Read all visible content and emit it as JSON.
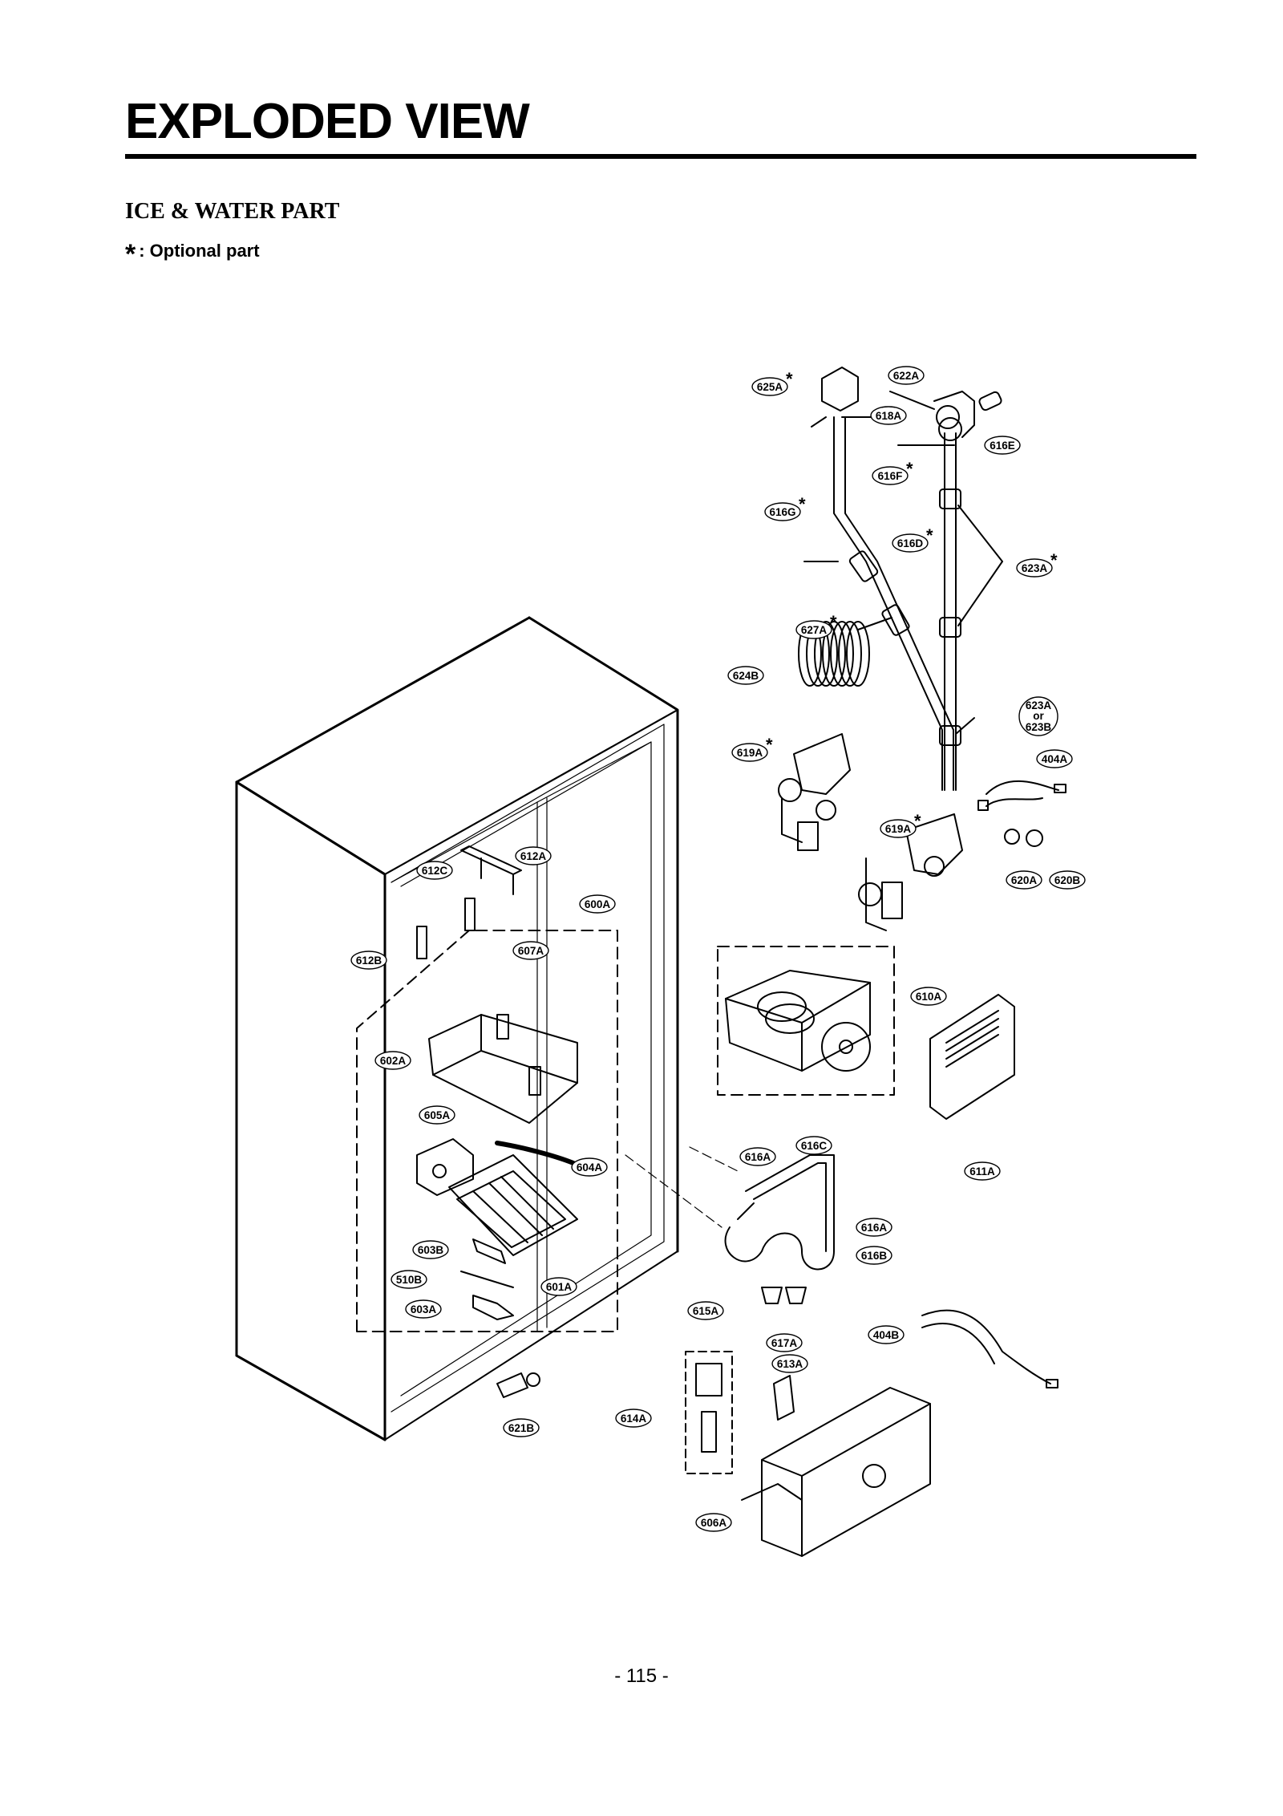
{
  "header": {
    "title": "EXPLODED VIEW",
    "section": "ICE & WATER PART",
    "optional_star": "*",
    "optional_text": ": Optional part"
  },
  "page_number": "- 115 -",
  "colors": {
    "ink": "#000000",
    "paper": "#ffffff"
  },
  "labels": {
    "l625A": "625A",
    "l622A": "622A",
    "l618A": "618A",
    "l616E": "616E",
    "l616F": "616F",
    "l616G": "616G",
    "l616D": "616D",
    "l623A_1": "623A",
    "l627A": "627A",
    "l624B": "624B",
    "l623Aor": "623A",
    "or": "or",
    "l623B": "623B",
    "l619A_1": "619A",
    "l404A": "404A",
    "l619A_2": "619A",
    "l620A": "620A",
    "l620B": "620B",
    "l612A": "612A",
    "l612C": "612C",
    "l600A": "600A",
    "l612B": "612B",
    "l607A": "607A",
    "l610A": "610A",
    "l602A": "602A",
    "l605A": "605A",
    "l604A": "604A",
    "l616A_1": "616A",
    "l616C": "616C",
    "l611A": "611A",
    "l616A_2": "616A",
    "l603B": "603B",
    "l616B": "616B",
    "l510B": "510B",
    "l601A": "601A",
    "l603A": "603A",
    "l615A": "615A",
    "l617A": "617A",
    "l404B": "404B",
    "l613A": "613A",
    "l614A": "614A",
    "l621B": "621B",
    "l606A": "606A"
  }
}
